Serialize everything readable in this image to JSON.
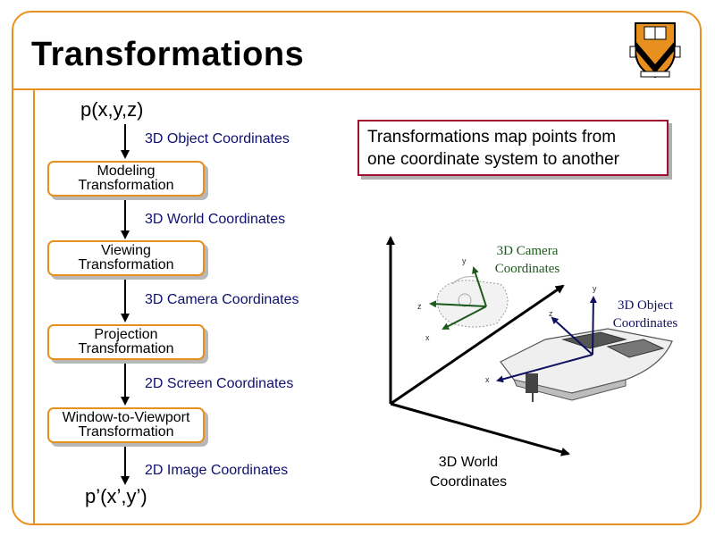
{
  "title": "Transformations",
  "pipeline": {
    "input_point": "p(x,y,z)",
    "output_point": "p’(x’,y’)",
    "coordinates": [
      "3D Object Coordinates",
      "3D World Coordinates",
      "3D Camera Coordinates",
      "2D Screen Coordinates",
      "2D Image Coordinates"
    ],
    "transformations": [
      {
        "line1": "Modeling",
        "line2": "Transformation"
      },
      {
        "line1": "Viewing",
        "line2": "Transformation"
      },
      {
        "line1": "Projection",
        "line2": "Transformation"
      },
      {
        "line1": "Window-to-Viewport",
        "line2": "Transformation"
      }
    ]
  },
  "note": {
    "line1": "Transformations map points from",
    "line2": "one coordinate system to another"
  },
  "figure": {
    "world_label": {
      "line1": "3D World",
      "line2": "Coordinates"
    },
    "camera_label": {
      "line1": "3D Camera",
      "line2": "Coordinates"
    },
    "object_label": {
      "line1": "3D Object",
      "line2": "Coordinates"
    },
    "camera_axes": {
      "y": "y",
      "z": "z",
      "x": "x"
    },
    "object_axes": {
      "y": "y",
      "z": "z",
      "x": "x"
    }
  },
  "colors": {
    "accent": "#e8901e",
    "coord_text": "#101070",
    "note_border": "#a01030",
    "camera_green": "#1a5a1a",
    "object_navy": "#101060"
  }
}
